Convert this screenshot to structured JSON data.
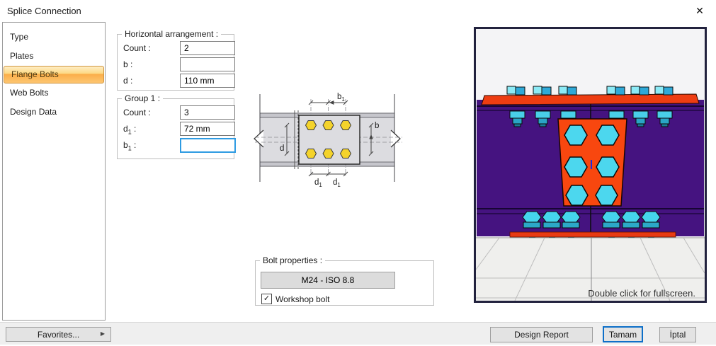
{
  "window": {
    "title": "Splice Connection",
    "close_icon": "✕"
  },
  "sidebar": {
    "items": [
      {
        "label": "Type",
        "selected": false
      },
      {
        "label": "Plates",
        "selected": false
      },
      {
        "label": "Flange Bolts",
        "selected": true
      },
      {
        "label": "Web Bolts",
        "selected": false
      },
      {
        "label": "Design Data",
        "selected": false
      }
    ]
  },
  "form": {
    "horizontal": {
      "title": "Horizontal arrangement :",
      "fields": [
        {
          "label": "Count :",
          "value": "2"
        },
        {
          "label": "b :",
          "value": ""
        },
        {
          "label": "d :",
          "value": "110 mm"
        }
      ]
    },
    "group1": {
      "title": "Group 1 :",
      "fields": [
        {
          "label": "Count :",
          "value": "3"
        },
        {
          "label_main": "d",
          "label_sub": "1",
          "label_colon": " :",
          "value": "72 mm"
        },
        {
          "label_main": "b",
          "label_sub": "1",
          "label_colon": " :",
          "value": "",
          "focused": true
        }
      ]
    },
    "bolt_properties": {
      "title": "Bolt properties :",
      "bolt_button_label": "M24 - ISO 8.8",
      "workshop_bolt_label": "Workshop bolt",
      "workshop_bolt_checked": true,
      "check_glyph": "✓"
    }
  },
  "diagram": {
    "dim_b1": {
      "main": "b",
      "sub": "1"
    },
    "dim_b": "b",
    "dim_d": "d",
    "dim_d1a": {
      "main": "d",
      "sub": "1"
    },
    "dim_d1b": {
      "main": "d",
      "sub": "1"
    },
    "bolt_rows": 2,
    "bolt_cols": 3,
    "bolt_color": "#f4d32b",
    "steel_color": "#dcdce0"
  },
  "viewport": {
    "hint": "Double click for fullscreen.",
    "colors": {
      "sky": "#f4f4f6",
      "beam_purple": "#451380",
      "plate_orange": "#ee3d12",
      "web_plate_orange": "#f8470f",
      "bolt_cyan": "#4cd7ee",
      "bolt_cyan_dark": "#2aa5c6",
      "bolt_cyan_light": "#8ceaf6",
      "floor": "#efefed",
      "marker_blue": "#1b2ee0"
    }
  },
  "footer": {
    "favorites_label": "Favorites...",
    "favorites_arrow": "▶",
    "design_report_label": "Design Report",
    "ok_label": "Tamam",
    "cancel_label": "İptal"
  },
  "colors": {
    "focus_accent": "#2e9be2",
    "selected_tab_border": "#d09540"
  }
}
